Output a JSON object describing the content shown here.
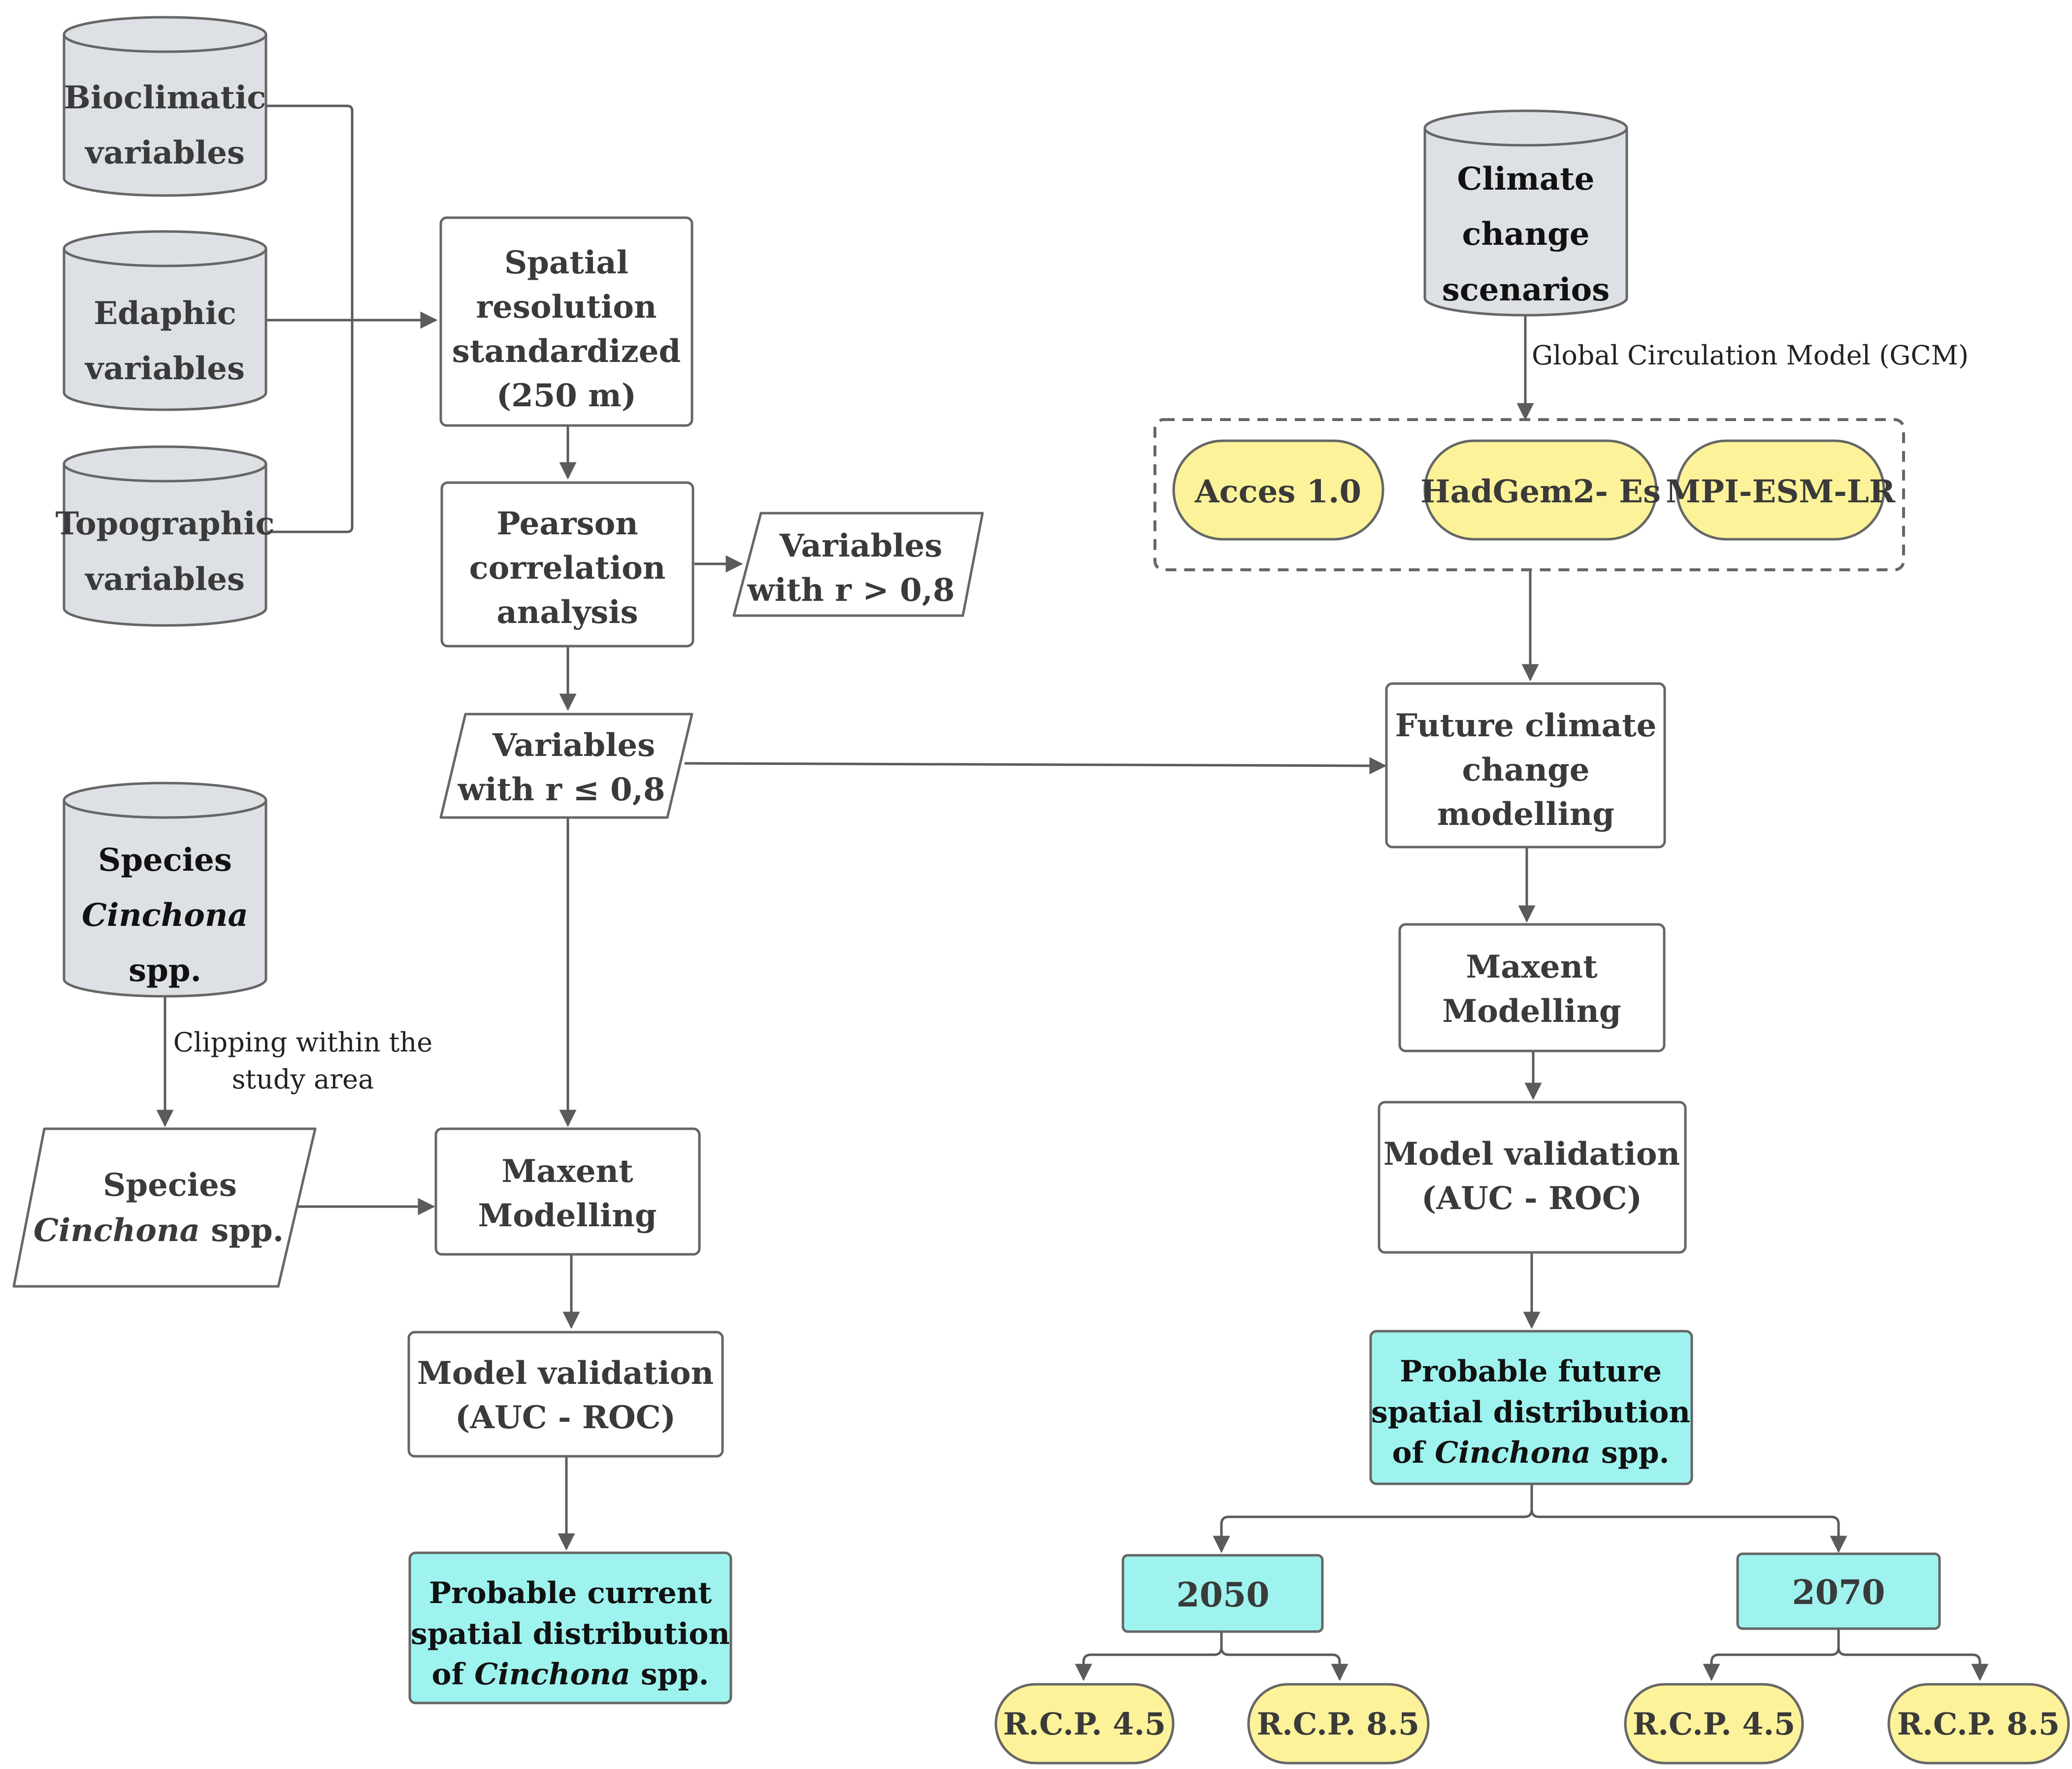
{
  "left": {
    "bioclimatic": [
      "Bioclimatic",
      "variables"
    ],
    "edaphic": [
      "Edaphic",
      "variables"
    ],
    "topographic": [
      "Topographic",
      "variables"
    ],
    "spatial_resolution": [
      "Spatial",
      "resolution",
      "standardized",
      "(250 m)"
    ],
    "pearson": [
      "Pearson",
      "correlation",
      "analysis"
    ],
    "vars_gt": [
      "Variables",
      "with r > 0,8"
    ],
    "vars_le": [
      "Variables",
      "with r ≤ 0,8"
    ],
    "species_db": {
      "line1": "Species",
      "line2": "Cinchona",
      "line3": "spp."
    },
    "clipping_label": [
      "Clipping within the",
      "study area"
    ],
    "species_input": {
      "line1": "Species",
      "italic": "Cinchona",
      "rest": " spp."
    },
    "maxent": [
      "Maxent",
      "Modelling"
    ],
    "validation": [
      "Model validation",
      "(AUC - ROC)"
    ],
    "current_dist": {
      "line1": "Probable current",
      "line2": "spatial distribution",
      "prefix": "of ",
      "italic": "Cinchona",
      "rest": " spp."
    }
  },
  "right": {
    "climate_scenarios": [
      "Climate",
      "change",
      "scenarios"
    ],
    "gcm_label": "Global Circulation Model (GCM)",
    "gcms": [
      "Acces 1.0",
      "HadGem2- Es",
      "MPI-ESM-LR"
    ],
    "future_modelling": [
      "Future climate",
      "change",
      "modelling"
    ],
    "maxent": [
      "Maxent",
      "Modelling"
    ],
    "validation": [
      "Model validation",
      "(AUC - ROC)"
    ],
    "future_dist": {
      "line1": "Probable future",
      "line2": "spatial distribution",
      "prefix": "of ",
      "italic": "Cinchona",
      "rest": " spp."
    },
    "years": [
      "2050",
      "2070"
    ],
    "rcp": [
      "R.C.P. 4.5",
      "R.C.P. 8.5",
      "R.C.P. 4.5",
      "R.C.P. 8.5"
    ]
  },
  "colors": {
    "database": "#dde0e4",
    "gcm_pill": "#fbf29a",
    "result": "#9ef3ee",
    "stroke": "#666666"
  }
}
